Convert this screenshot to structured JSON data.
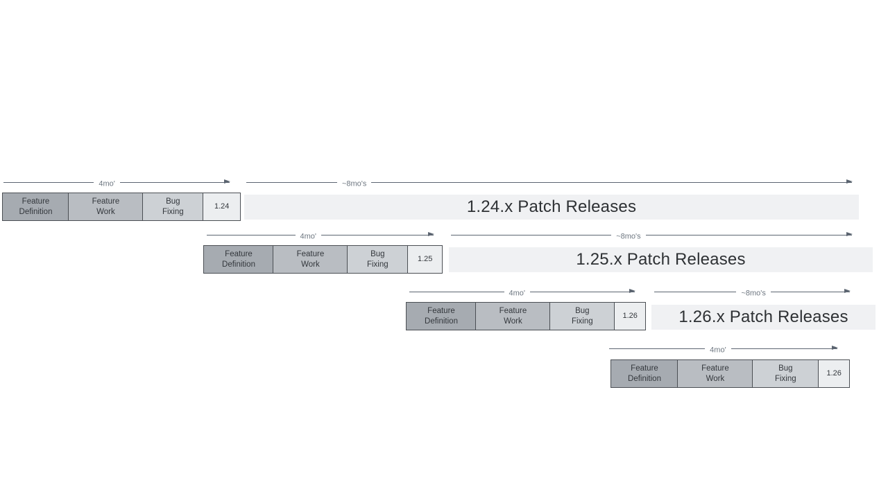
{
  "colors": {
    "background": "#ffffff",
    "fd-fill": "#a6abb1",
    "fw-fill": "#b9bdc2",
    "bf-fill": "#cdd1d5",
    "ver-fill": "#eceef0",
    "bar-fill": "#f0f1f3",
    "box-border": "#4a4e53",
    "arrow": "#5b6470",
    "duration-text": "#6e7781",
    "phase-text": "#33373c",
    "patch-text": "#2e3134"
  },
  "rows": [
    {
      "version": "1.24",
      "cycle_duration": "4mo'",
      "patch_duration": "~8mo's",
      "phases": [
        "Feature\nDefinition",
        "Feature\nWork",
        "Bug\nFixing"
      ],
      "patch_label": "1.24.x Patch Releases"
    },
    {
      "version": "1.25",
      "cycle_duration": "4mo'",
      "patch_duration": "~8mo's",
      "phases": [
        "Feature\nDefinition",
        "Feature\nWork",
        "Bug\nFixing"
      ],
      "patch_label": "1.25.x Patch Releases"
    },
    {
      "version": "1.26",
      "cycle_duration": "4mo'",
      "patch_duration": "~8mo's",
      "phases": [
        "Feature\nDefinition",
        "Feature\nWork",
        "Bug\nFixing"
      ],
      "patch_label": "1.26.x Patch Releases"
    },
    {
      "version": "1.26",
      "cycle_duration": "4mo'",
      "phases": [
        "Feature\nDefinition",
        "Feature\nWork",
        "Bug\nFixing"
      ]
    }
  ]
}
